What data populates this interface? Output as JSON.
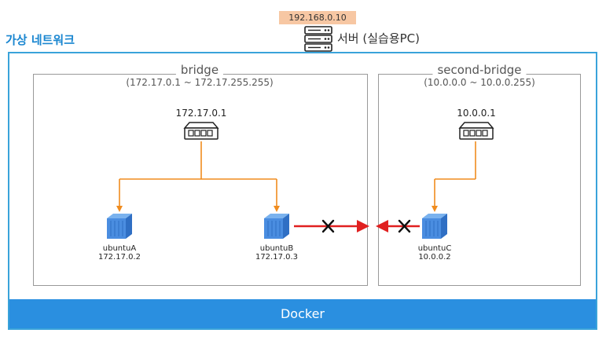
{
  "server": {
    "ip": "192.168.0.10",
    "label": "서버 (실습용PC)"
  },
  "network_title": "가상 네트워크",
  "bridges": [
    {
      "title": "bridge",
      "range": "(172.17.0.1 ~ 172.17.255.255)",
      "gateway_ip": "172.17.0.1"
    },
    {
      "title": "second-bridge",
      "range": "(10.0.0.0 ~ 10.0.0.255)",
      "gateway_ip": "10.0.0.1"
    }
  ],
  "containers": [
    {
      "name": "ubuntuA",
      "ip": "172.17.0.2"
    },
    {
      "name": "ubuntuB",
      "ip": "172.17.0.3"
    },
    {
      "name": "ubuntuC",
      "ip": "10.0.0.2"
    }
  ],
  "docker_label": "Docker",
  "colors": {
    "accent": "#1a86d0",
    "docker_bar": "#2a8fe0",
    "link": "#f08c1e",
    "blocked": "#e02020",
    "container": "#4a8de0"
  },
  "icons": [
    "server-icon",
    "switch-icon",
    "container-icon",
    "blocked-x-icon"
  ]
}
